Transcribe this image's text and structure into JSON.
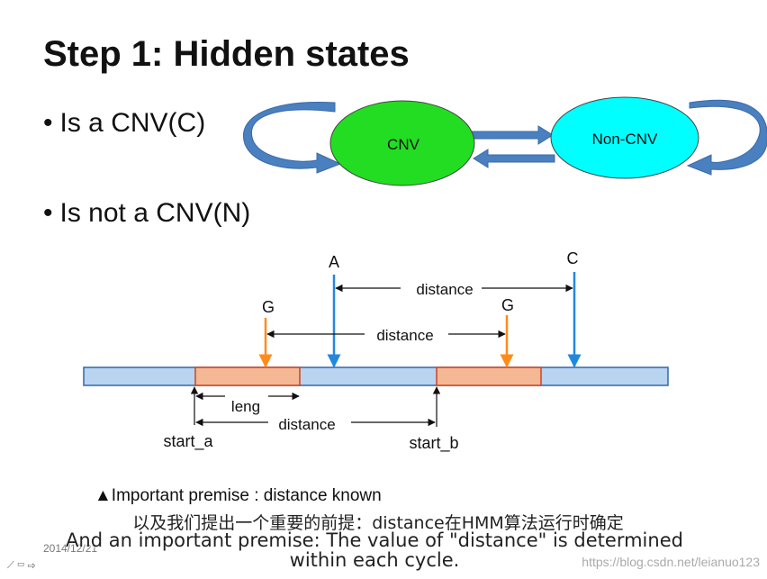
{
  "slide": {
    "title": "Step 1: Hidden states",
    "bullets": [
      "Is a CNV(C)",
      "Is not a CNV(N)"
    ],
    "states": {
      "cnv": "CNV",
      "non_cnv": "Non-CNV"
    },
    "colors": {
      "cnv": "#22dd22",
      "non_cnv": "#00ffff",
      "arrow": "#4a80c0",
      "strand": "#b8d4f0",
      "segment": "#f5b895",
      "orange": "#ff8c1a",
      "blue": "#2288dd"
    },
    "diagram": {
      "labels": {
        "a": "A",
        "c": "C",
        "g1": "G",
        "g2": "G"
      },
      "distance_top": "distance",
      "distance_mid": "distance",
      "leng": "leng",
      "distance_bottom": "distance",
      "start_a": "start_a",
      "start_b": "start_b"
    },
    "premise": "▲Important premise : distance  known"
  },
  "subtitles": {
    "chinese": "以及我们提出一个重要的前提：distance在HMM算法运行时确定",
    "english_line1": "And an important premise: The value of \"distance\" is determined",
    "english_line2": "within each cycle."
  },
  "footer": {
    "date": "2014/12/21",
    "watermark": "https://blog.csdn.net/leianuo123",
    "controls": "⟋ ▭ ⇨"
  }
}
